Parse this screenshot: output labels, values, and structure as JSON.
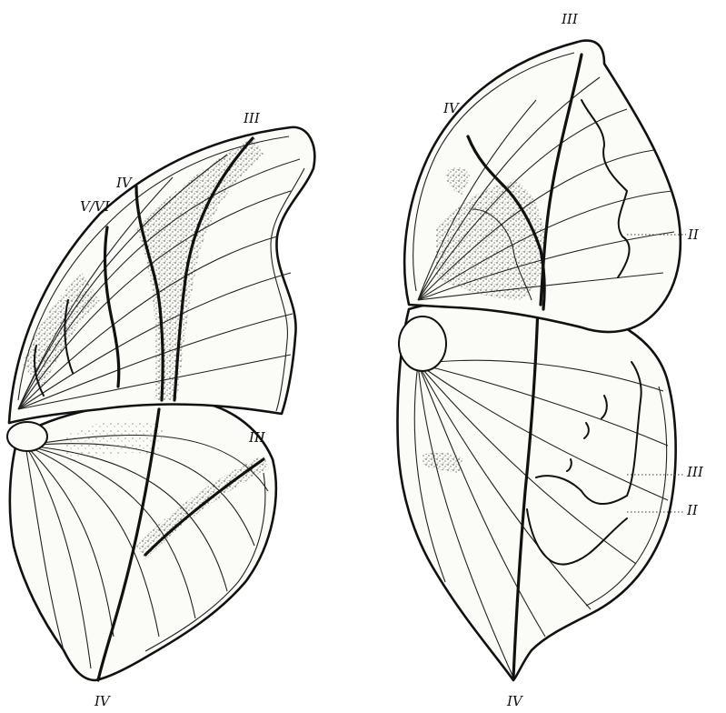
{
  "labels": {
    "left_forewing_top": "III",
    "left_forewing_mid": "IV",
    "left_forewing_base": "V/VI",
    "left_hindwing_right": "III",
    "left_hindwing_bottom": "IV",
    "right_forewing_top": "III",
    "right_forewing_left": "IV",
    "right_forewing_right": "II",
    "right_hindwing_upper": "III",
    "right_hindwing_lower": "II",
    "right_hindwing_bottom": "IV"
  }
}
